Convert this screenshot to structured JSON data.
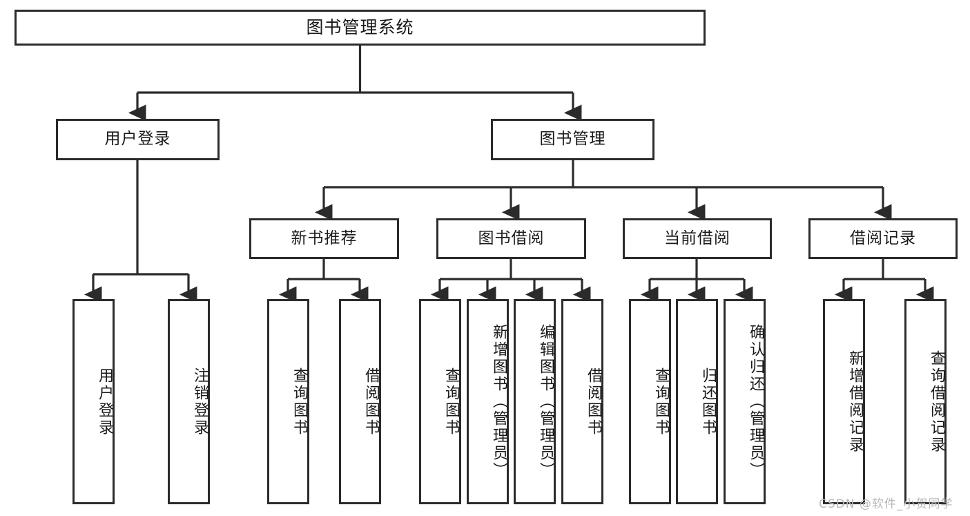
{
  "diagram": {
    "title": "图书管理系统",
    "type": "tree-hierarchy",
    "stroke_color": "#2b2b2b",
    "background_color": "#ffffff",
    "text_color": "#1a1a1a"
  },
  "root": {
    "label": "图书管理系统"
  },
  "level1": [
    {
      "id": "user-login",
      "label": "用户登录"
    },
    {
      "id": "book-management",
      "label": "图书管理"
    }
  ],
  "level2": [
    {
      "id": "new-book-recommend",
      "label": "新书推荐"
    },
    {
      "id": "book-borrow",
      "label": "图书借阅"
    },
    {
      "id": "current-borrow",
      "label": "当前借阅"
    },
    {
      "id": "borrow-record",
      "label": "借阅记录"
    }
  ],
  "leaves": {
    "user_login": [
      {
        "id": "leaf-user-login",
        "label": "用户登录"
      },
      {
        "id": "leaf-logout-login",
        "label": "注销登录"
      }
    ],
    "new_book_recommend": [
      {
        "id": "leaf-query-book-1",
        "label": "查询图书"
      },
      {
        "id": "leaf-borrow-book-1",
        "label": "借阅图书"
      }
    ],
    "book_borrow": [
      {
        "id": "leaf-query-book-2",
        "label": "查询图书"
      },
      {
        "id": "leaf-add-book",
        "label": "新增图书（管理员）"
      },
      {
        "id": "leaf-edit-book",
        "label": "编辑图书（管理员）"
      },
      {
        "id": "leaf-borrow-book-2",
        "label": "借阅图书"
      }
    ],
    "current_borrow": [
      {
        "id": "leaf-query-book-3",
        "label": "查询图书"
      },
      {
        "id": "leaf-return-book",
        "label": "归还图书"
      },
      {
        "id": "leaf-confirm-return",
        "label": "确认归还（管理员）"
      }
    ],
    "borrow_record": [
      {
        "id": "leaf-add-record",
        "label": "新增借阅记录"
      },
      {
        "id": "leaf-query-record",
        "label": "查询借阅记录"
      }
    ]
  },
  "watermark": {
    "text": "CSDN @软件_小贺同学"
  }
}
